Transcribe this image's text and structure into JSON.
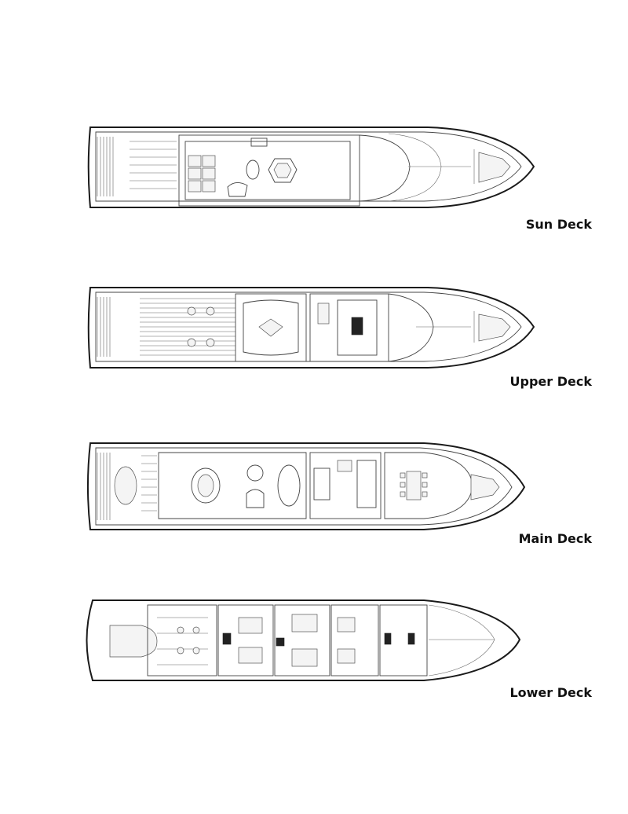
{
  "decks": [
    {
      "id": "sun",
      "label": "Sun Deck"
    },
    {
      "id": "upper",
      "label": "Upper Deck"
    },
    {
      "id": "main",
      "label": "Main Deck"
    },
    {
      "id": "lower",
      "label": "Lower Deck"
    }
  ]
}
